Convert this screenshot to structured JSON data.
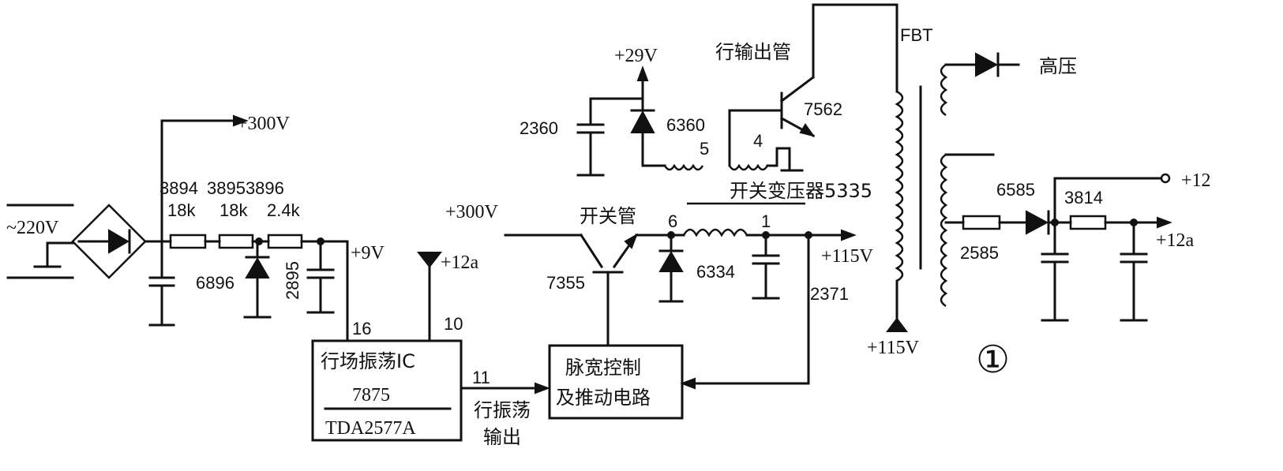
{
  "labels": {
    "ac_in": "~220V",
    "v300_top": "+300V",
    "r3894": "3894",
    "r3894_val": "18k",
    "r3895_3896": "38953896",
    "r3895_val": "18k",
    "r3896_val": "2.4k",
    "d6896": "6896",
    "c2895": "2895",
    "v9": "+9V",
    "v12a_ic": "+12a",
    "pin16": "16",
    "pin10": "10",
    "pin11": "11",
    "ic_line1": "行场振荡IC",
    "ic_line2": "7875",
    "ic_line3": "TDA2577A",
    "hosc_out1": "行振荡",
    "hosc_out2": "输出",
    "pwm_line1": "脉宽控制",
    "pwm_line2": "及推动电路",
    "v300_mid": "+300V",
    "switch_tube": "开关管",
    "q7355": "7355",
    "pin6": "6",
    "pin1": "1",
    "d6334": "6334",
    "c2371": "2371",
    "v115_out": "+115V",
    "v29": "+29V",
    "c2360": "2360",
    "d6360": "6360",
    "pin5": "5",
    "pin4": "4",
    "transformer": "开关变压器5335",
    "hout_tube": "行输出管",
    "q7562": "7562",
    "fbt": "FBT",
    "v115_fbt": "+115V",
    "high_v": "高压",
    "d6585": "6585",
    "r3814": "3814",
    "r2585": "2585",
    "v12": "+12",
    "v12a_out": "+12a",
    "fig_no": "①"
  }
}
